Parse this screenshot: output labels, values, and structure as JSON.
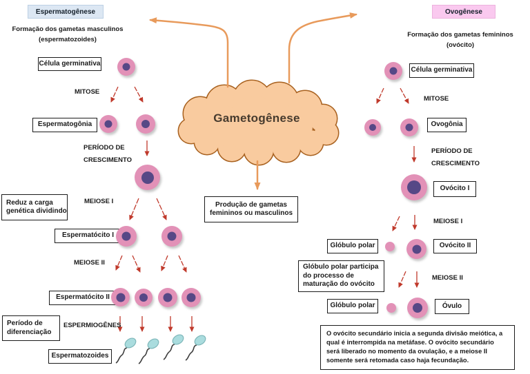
{
  "diagram": {
    "left": {
      "header": "Espermatogênese",
      "subtitle": "Formação dos gametas masculinos\n(espermatozoides)",
      "celula_germinativa": "Célula germinativa",
      "mitose": "MITOSE",
      "espermatogonia": "Espermatogônia",
      "periodo_crescimento": "PERÍODO DE\nCRESCIMENTO",
      "reduz_nota": "Reduz a carga\ngenética dividindo",
      "meiose_i": "MEIOSE I",
      "espermatocito_i": "Espermatócito I",
      "meiose_ii": "MEIOSE II",
      "espermatocito_ii": "Espermatócito II",
      "periodo_diferenciacao": "Período de\ndiferenciação",
      "espermiogenes": "ESPERMIOGÊNES",
      "espermatozoides": "Espermatozoides"
    },
    "center": {
      "titulo": "Gametogênese",
      "producao": "Produção de gametas\nfemininos ou masculinos"
    },
    "right": {
      "header": "Ovogênese",
      "subtitle": "Formação dos gametas femininos\n(ovócito)",
      "celula_germinativa": "Célula germinativa",
      "mitose": "MITOSE",
      "ovogonia": "Ovogônia",
      "periodo_crescimento": "PERÍODO DE\nCRESCIMENTO",
      "ovocito_i": "Ovócito I",
      "meiose_i": "MEIOSE I",
      "globulo_polar_1": "Glóbulo polar",
      "ovocito_ii": "Ovócito II",
      "globulo_nota": "Glóbulo polar participa\ndo processo de\nmaturação do ovócito",
      "meiose_ii": "MEIOSE II",
      "globulo_polar_2": "Glóbulo polar",
      "ovulo": "Óvulo",
      "nota_final": "O ovócito secundário inicia a segunda divisão meiótica, a qual é interrompida na metáfase. O ovócito secundário será liberado no momento da ovulação, e a meiose II somente será retomada caso haja fecundação."
    },
    "colors": {
      "header_masculino_bg": "#dce7f3",
      "header_feminino_bg": "#fac9ef",
      "cloud_fill": "#f9cb9f",
      "cloud_stroke": "#a8611f",
      "cell_fill": "#e291b7",
      "nucleus_fill": "#564886",
      "sperm_head": "#aadcde",
      "arrow_red": "#c0392b",
      "arrow_orange": "#e89a5b"
    }
  }
}
